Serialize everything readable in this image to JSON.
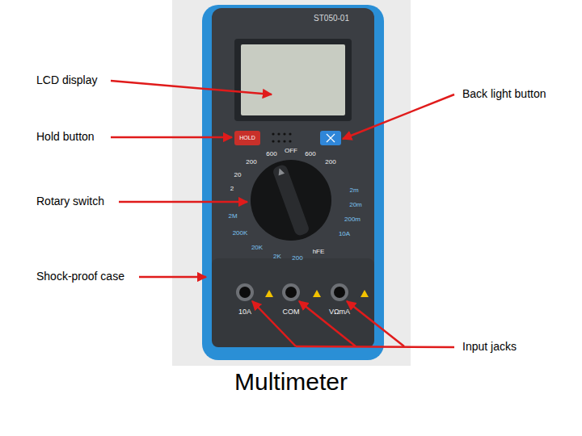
{
  "diagram": {
    "caption": "Multimeter",
    "labels": [
      "LCD display",
      "Back light button",
      "Hold button",
      "Rotary switch",
      "Shock-proof case",
      "Input jacks",
      "ST050-01",
      "HOLD",
      "OFF",
      "600",
      "200",
      "20",
      "2",
      "2M",
      "200K",
      "20K",
      "2K",
      "200",
      "hFE",
      "600",
      "200",
      "2m",
      "20m",
      "200m",
      "10A",
      "10A",
      "COM",
      "VΩmA"
    ]
  }
}
